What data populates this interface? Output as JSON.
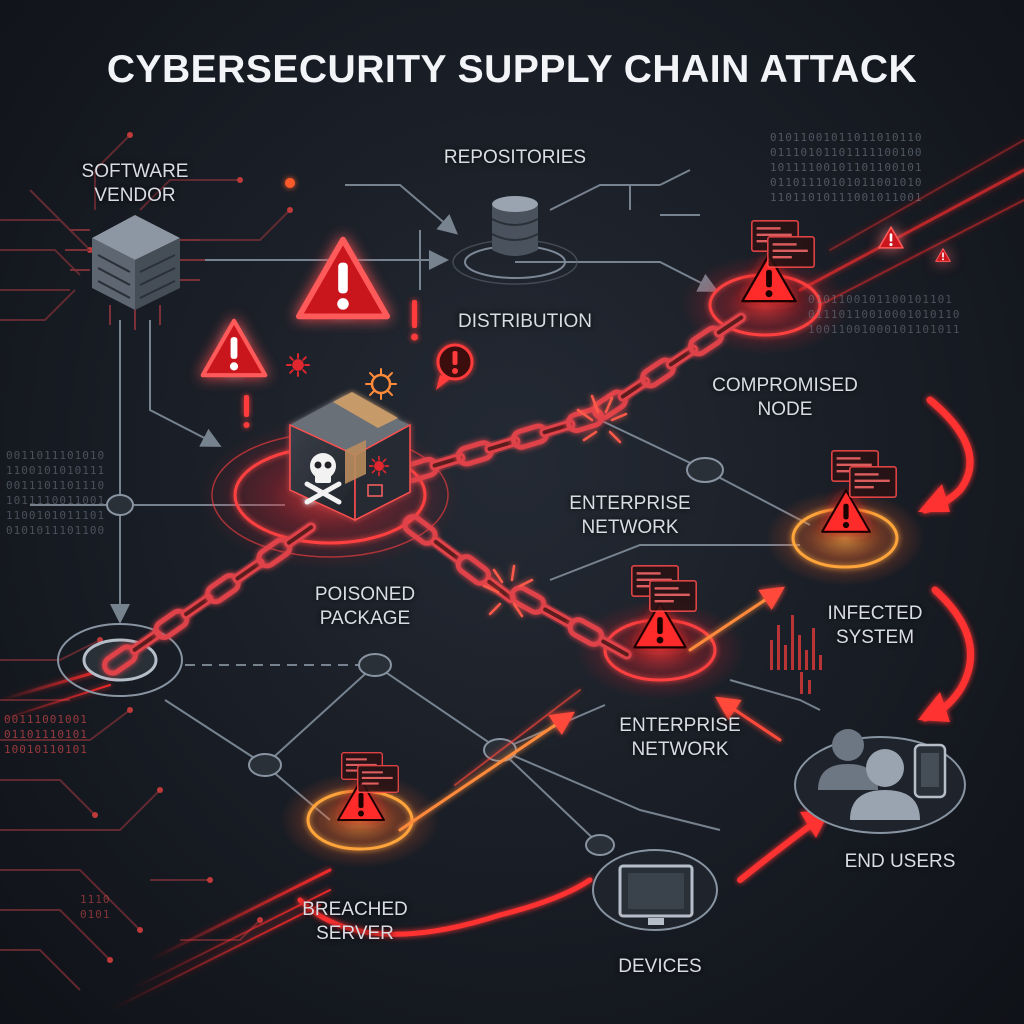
{
  "title": "CYBERSECURITY SUPPLY CHAIN ATTACK",
  "nodes": {
    "software_vendor": {
      "line1": "SOFTWARE",
      "line2": "VENDOR"
    },
    "repositories": {
      "line1": "REPOSITORIES"
    },
    "distribution": {
      "line1": "DISTRIBUTION"
    },
    "compromised_node": {
      "line1": "COMPROMISED",
      "line2": "NODE"
    },
    "poisoned_package": {
      "line1": "POISONED",
      "line2": "PACKAGE"
    },
    "enterprise_network_upper": {
      "line1": "ENTERPRISE",
      "line2": "NETWORK"
    },
    "infected_system": {
      "line1": "INFECTED",
      "line2": "SYSTEM"
    },
    "enterprise_network_lower": {
      "line1": "ENTERPRISE",
      "line2": "NETWORK"
    },
    "end_users": {
      "line1": "END USERS"
    },
    "breached_server": {
      "line1": "BREACHED",
      "line2": "SERVER"
    },
    "devices": {
      "line1": "DEVICES"
    }
  },
  "binary_streams": {
    "top_right": "01011001011011010110\n01110101101111100100\n10111100101101100101\n01101110101011001010\n11011010111001011001",
    "left": "0011011101010\n1100101010111\n0011101101110\n1011110011001\n1100101011101\n0101011101100",
    "bottom_left": "00111001001\n01101110101\n10010110101",
    "right_mid": "0101100101100101101\n01110110010001010110\n10011001000101101011",
    "bottom_tiny": "1110\n0101"
  },
  "colors": {
    "background": "#181c24",
    "threat_red": "#ff3b3b",
    "alert_orange": "#ffa53a",
    "link_gray": "#8894a2",
    "text": "#d9dde3"
  },
  "icons": [
    "server-icon",
    "database-icon",
    "warning-icon",
    "skull-box-icon",
    "virus-icon",
    "monitor-icon",
    "users-icon",
    "phone-icon",
    "broken-chain-icon"
  ]
}
